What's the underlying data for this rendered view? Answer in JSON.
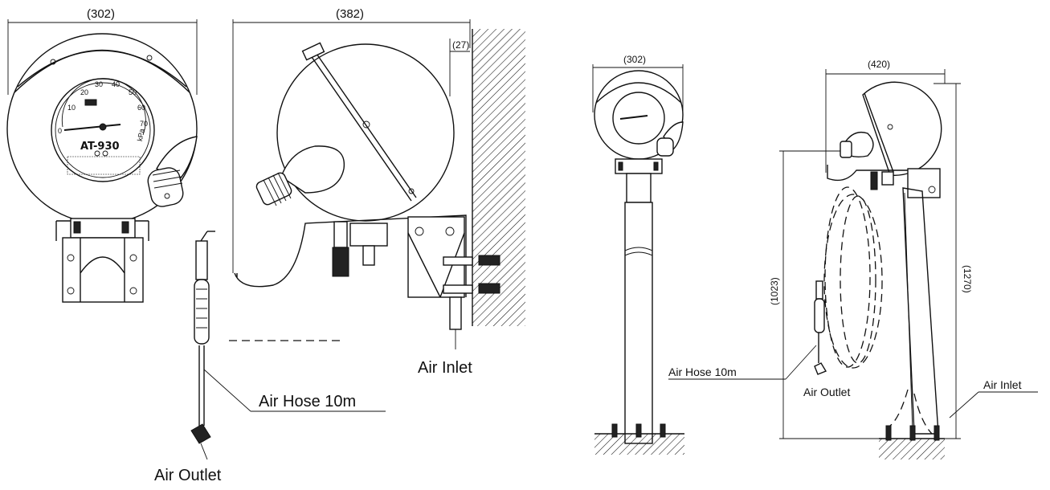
{
  "title": "",
  "views": {
    "front_wall": {
      "width_dim": "(302)",
      "gauge": {
        "model": "AT-930",
        "unit": "kPa",
        "scale_labels": [
          "0",
          "10",
          "20",
          "30",
          "40",
          "50",
          "60",
          "70"
        ]
      }
    },
    "side_wall": {
      "width_dim": "(382)",
      "offset_dim": "(27)",
      "inlet_label": "Air Inlet",
      "hose_label": "Air Hose 10m",
      "outlet_label": "Air Outlet"
    },
    "front_stand": {
      "width_dim": "(302)"
    },
    "side_stand": {
      "width_dim": "(420)",
      "height_dim_total": "(1270)",
      "height_dim_hose": "(1023)",
      "hose_label": "Air Hose 10m",
      "outlet_label": "Air Outlet",
      "inlet_label": "Air Inlet"
    }
  },
  "colors": {
    "line": "#111111",
    "background": "#ffffff"
  }
}
